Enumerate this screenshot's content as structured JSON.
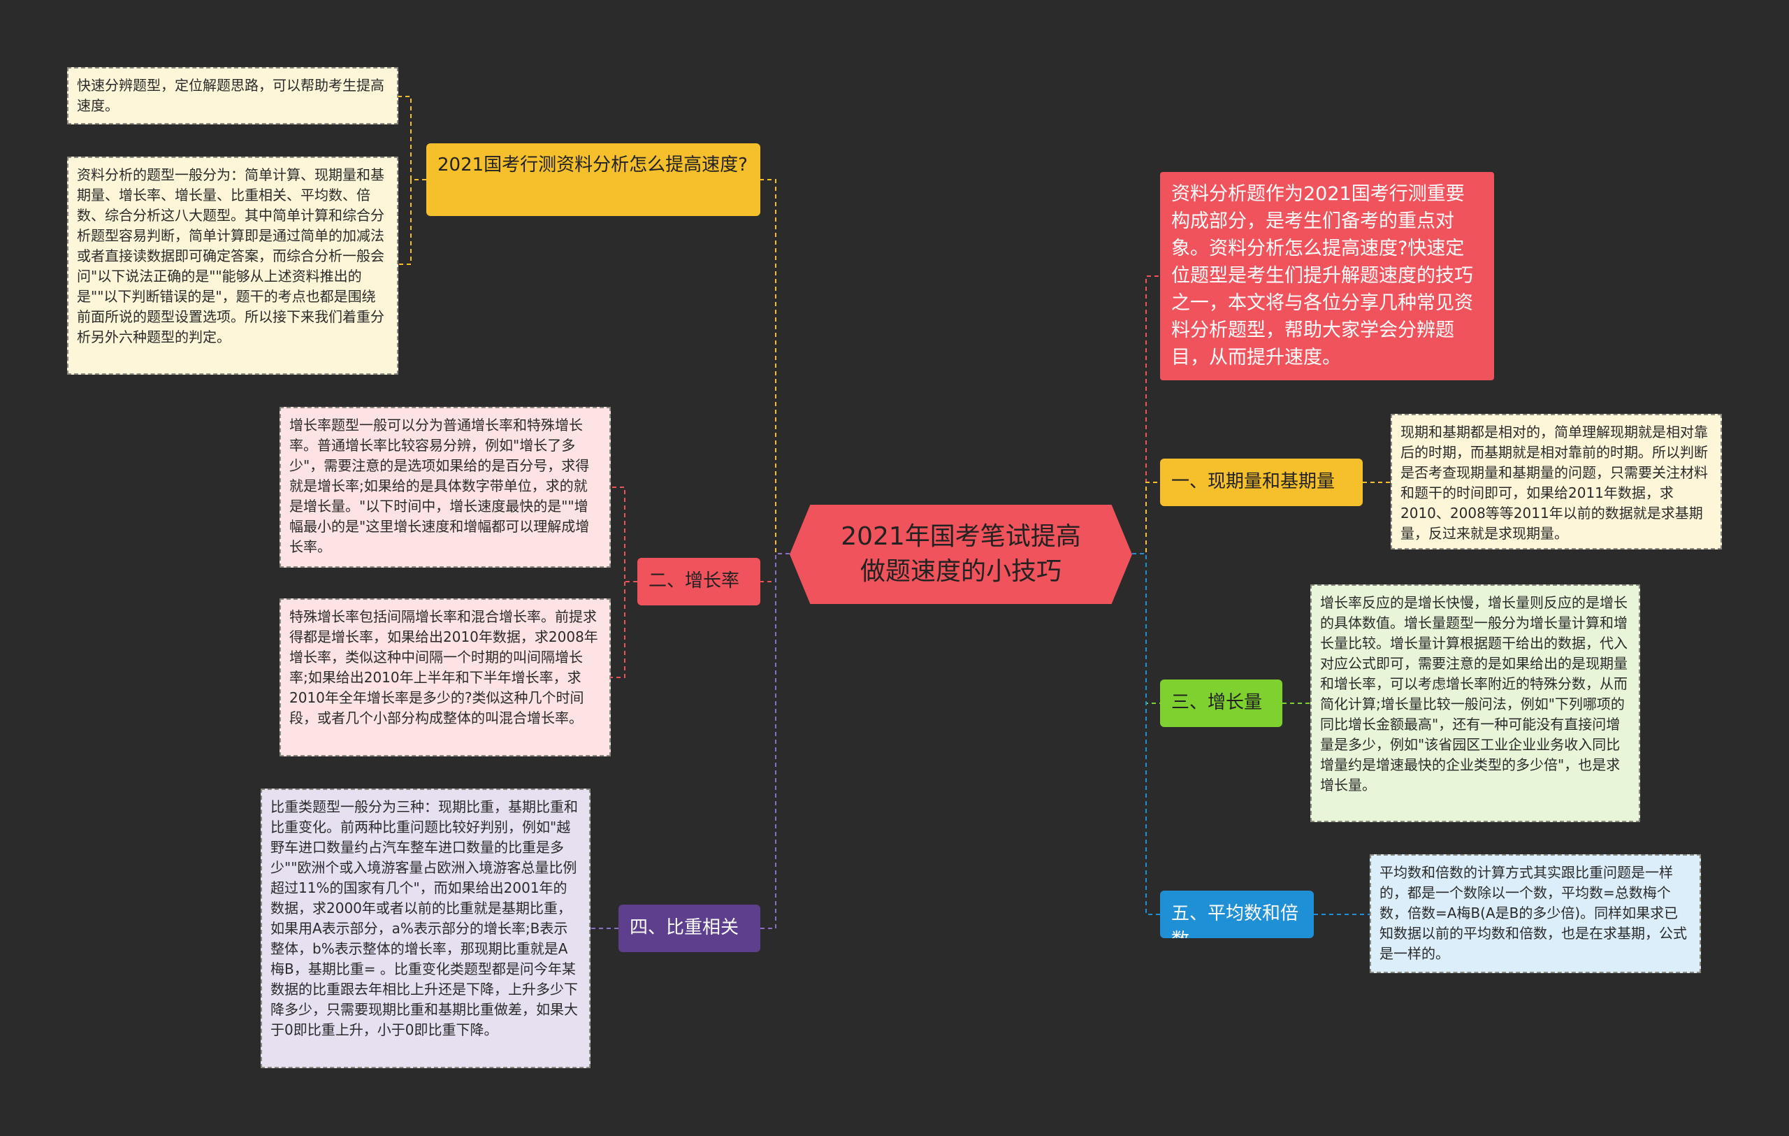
{
  "colors": {
    "background": "#2b2b2b",
    "central": "#f0535b",
    "yellow": "#f5c02c",
    "red": "#f0535b",
    "purple": "#5d3f8e",
    "green": "#7ed12e",
    "blue": "#1f8fd6"
  },
  "central": {
    "title": "2021年国考笔试提高做题速度的小技巧"
  },
  "intro": {
    "text": "资料分析题作为2021国考行测重要构成部分，是考生们备考的重点对象。资料分析怎么提高速度?快速定位题型是考生们提升解题速度的技巧之一，本文将与各位分享几种常见资料分析题型，帮助大家学会分辨题目，从而提升速度。"
  },
  "branches": {
    "speed": {
      "label": "2021国考行测资料分析怎么提高速度?",
      "notes": [
        "快速分辨题型，定位解题思路，可以帮助考生提高速度。",
        "资料分析的题型一般分为：简单计算、现期量和基期量、增长率、增长量、比重相关、平均数、倍数、综合分析这八大题型。其中简单计算和综合分析题型容易判断，简单计算即是通过简单的加减法或者直接读数据即可确定答案，而综合分析一般会问\"以下说法正确的是\"\"能够从上述资料推出的是\"\"以下判断错误的是\"，题干的考点也都是围绕前面所说的题型设置选项。所以接下来我们着重分析另外六种题型的判定。"
      ]
    },
    "growth_rate": {
      "label": "二、增长率",
      "notes": [
        "增长率题型一般可以分为普通增长率和特殊增长率。普通增长率比较容易分辨，例如\"增长了多少\"，需要注意的是选项如果给的是百分号，求得就是增长率;如果给的是具体数字带单位，求的就是增长量。\"以下时间中，增长速度最快的是\"\"增幅最小的是\"这里增长速度和增幅都可以理解成增长率。",
        "特殊增长率包括间隔增长率和混合增长率。前提求得都是增长率，如果给出2010年数据，求2008年增长率，类似这种中间隔一个时期的叫间隔增长率;如果给出2010年上半年和下半年增长率，求2010年全年增长率是多少的?类似这种几个时间段，或者几个小部分构成整体的叫混合增长率。"
      ]
    },
    "proportion": {
      "label": "四、比重相关",
      "notes": [
        "比重类题型一般分为三种：现期比重，基期比重和比重变化。前两种比重问题比较好判别，例如\"越野车进口数量约占汽车整车进口数量的比重是多少\"\"欧洲个或入境游客量占欧洲入境游客总量比例超过11%的国家有几个\"，而如果给出2001年的数据，求2000年或者以前的比重就是基期比重，如果用A表示部分，a%表示部分的增长率;B表示整体，b%表示整体的增长率，那现期比重就是A梅B，基期比重= 。比重变化类题型都是问今年某数据的比重跟去年相比上升还是下降，上升多少下降多少，只需要现期比重和基期比重做差，如果大于0即比重上升，小于0即比重下降。"
      ]
    },
    "current_base": {
      "label": "一、现期量和基期量",
      "notes": [
        "现期和基期都是相对的，简单理解现期就是相对靠后的时期，而基期就是相对靠前的时期。所以判断是否考查现期量和基期量的问题，只需要关注材料和题干的时间即可，如果给2011年数据，求2010、2008等等2011年以前的数据就是求基期量，反过来就是求现期量。"
      ]
    },
    "growth_amount": {
      "label": "三、增长量",
      "notes": [
        "增长率反应的是增长快慢，增长量则反应的是增长的具体数值。增长量题型一般分为增长量计算和增长量比较。增长量计算根据题干给出的数据，代入对应公式即可，需要注意的是如果给出的是现期量和增长率，可以考虑增长率附近的特殊分数，从而简化计算;增长量比较一般问法，例如\"下列哪项的同比增长金额最高\"，还有一种可能没有直接问增量是多少，例如\"该省园区工业企业业务收入同比增量约是增速最快的企业类型的多少倍\"，也是求增长量。"
      ]
    },
    "average": {
      "label": "五、平均数和倍数",
      "notes": [
        "平均数和倍数的计算方式其实跟比重问题是一样的，都是一个数除以一个数，平均数=总数梅个数，倍数=A梅B(A是B的多少倍)。同样如果求已知数据以前的平均数和倍数，也是在求基期，公式是一样的。"
      ]
    }
  }
}
